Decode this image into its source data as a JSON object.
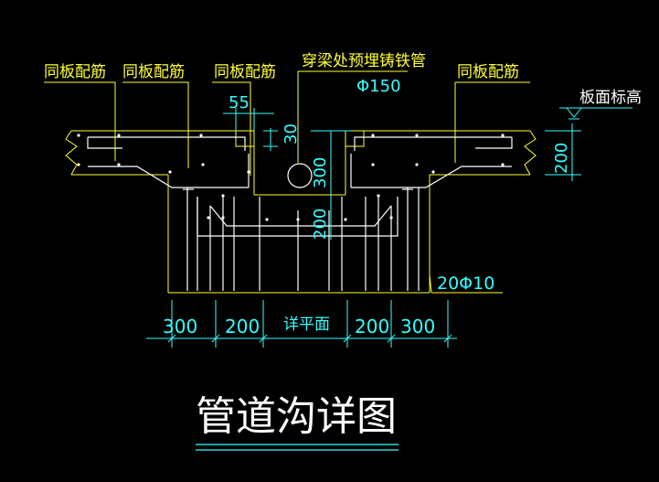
{
  "labels": {
    "same_slab_1": "同板配筋",
    "same_slab_2": "同板配筋",
    "same_slab_3": "同板配筋",
    "same_slab_4": "同板配筋",
    "embedded_pipe": "穿梁处预埋铸铁管",
    "pipe_dia": "Φ150",
    "slab_elevation": "板面标高",
    "rebar": "20Φ10",
    "see_plan": "详平面",
    "title": "管道沟详图"
  },
  "dims": {
    "d55": "55",
    "d30": "30",
    "d300_v": "300",
    "d200_v": "200",
    "d200_slab": "200",
    "b300_l": "300",
    "b200_l": "200",
    "b200_r": "200",
    "b300_r": "300"
  },
  "colors": {
    "line_yellow": "#ffff33",
    "line_cyan": "#33ffff",
    "line_white": "#ffffff"
  }
}
